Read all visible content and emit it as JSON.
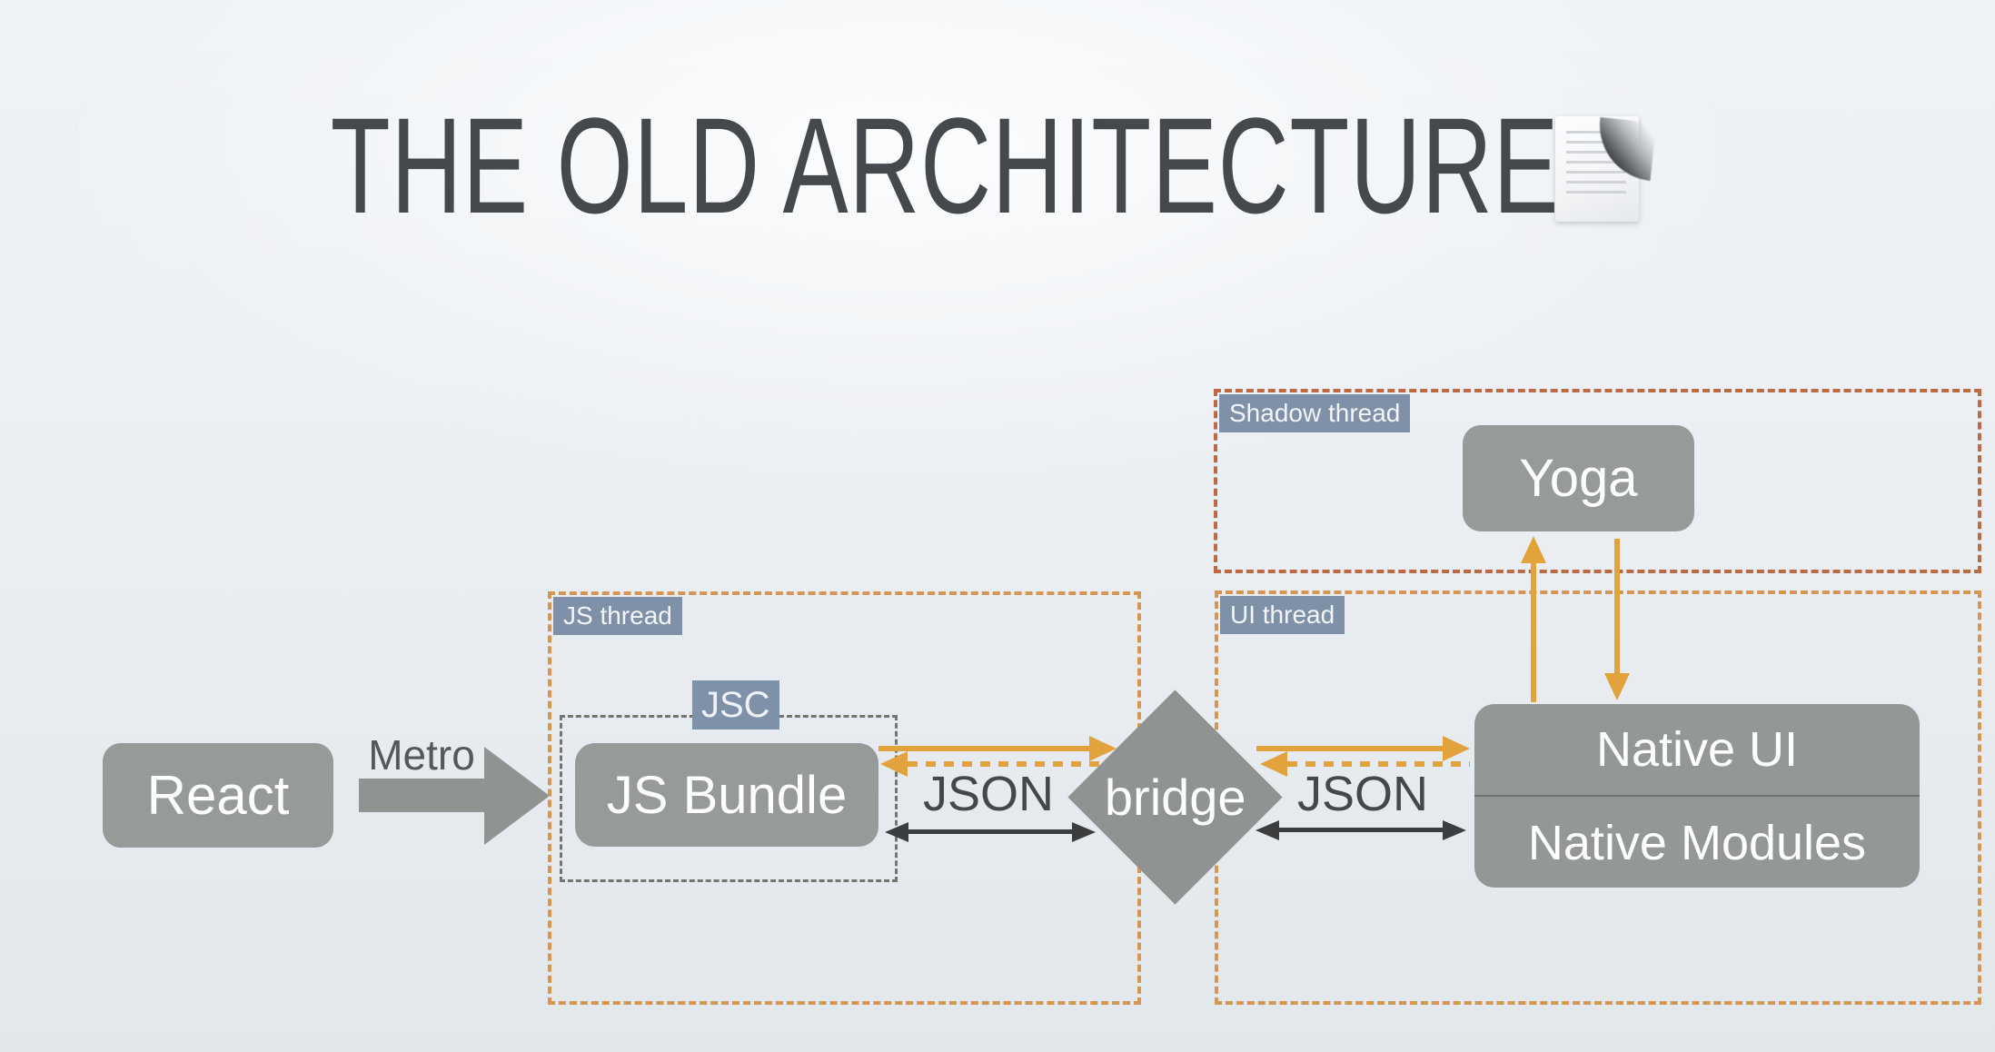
{
  "slide": {
    "title": "THE OLD ARCHITECTURE"
  },
  "regions": {
    "js_thread": {
      "label": "JS thread"
    },
    "ui_thread": {
      "label": "UI thread"
    },
    "shadow_thread": {
      "label": "Shadow thread"
    }
  },
  "nodes": {
    "react": {
      "label": "React"
    },
    "js_bundle": {
      "label": "JS Bundle"
    },
    "jsc": {
      "label": "JSC"
    },
    "bridge": {
      "label": "bridge"
    },
    "yoga": {
      "label": "Yoga"
    },
    "native": {
      "top": "Native UI",
      "bottom": "Native Modules"
    }
  },
  "edges": {
    "metro": {
      "label": "Metro"
    },
    "js_to_bridge": {
      "label": "JSON"
    },
    "bridge_to_native": {
      "label": "JSON"
    }
  },
  "colors": {
    "box_gray": "#969A98",
    "bridge_gray": "#8F9391",
    "badge_blue": "#7E91A9",
    "arrow_orange": "#E2A33D",
    "region_border_orange": "#D49555",
    "shadow_border_rust": "#BC6A43",
    "jsc_border_gray": "#73766E",
    "black_arrow": "#3B3D3F",
    "title_text": "#45494D"
  }
}
